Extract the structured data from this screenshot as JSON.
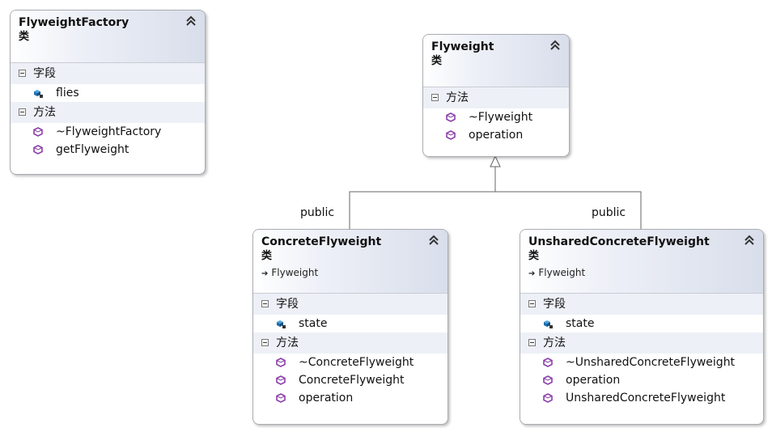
{
  "boxes": {
    "factory": {
      "title": "FlyweightFactory",
      "kind": "类",
      "fields_label": "字段",
      "fields": [
        "flies"
      ],
      "methods_label": "方法",
      "methods": [
        "~FlyweightFactory",
        "getFlyweight"
      ]
    },
    "flyweight": {
      "title": "Flyweight",
      "kind": "类",
      "methods_label": "方法",
      "methods": [
        "~Flyweight",
        "operation"
      ]
    },
    "concrete": {
      "title": "ConcreteFlyweight",
      "kind": "类",
      "base": "Flyweight",
      "fields_label": "字段",
      "fields": [
        "state"
      ],
      "methods_label": "方法",
      "methods": [
        "~ConcreteFlyweight",
        "ConcreteFlyweight",
        "operation"
      ]
    },
    "unshared": {
      "title": "UnsharedConcreteFlyweight",
      "kind": "类",
      "base": "Flyweight",
      "fields_label": "字段",
      "fields": [
        "state"
      ],
      "methods_label": "方法",
      "methods": [
        "~UnsharedConcreteFlyweight",
        "operation",
        "UnsharedConcreteFlyweight"
      ]
    }
  },
  "edges": {
    "concrete_label": "public",
    "unshared_label": "public"
  },
  "icons": {
    "field": "field-icon",
    "method": "method-icon",
    "collapse": "double-chevron-up-icon",
    "inherit": "inherit-arrow-icon"
  },
  "colors": {
    "header_gradient_end": "#d9deeb",
    "section_bg": "#edf0f7",
    "method_icon": "#8a3fa8",
    "field_icon": "#1f6fb0"
  }
}
